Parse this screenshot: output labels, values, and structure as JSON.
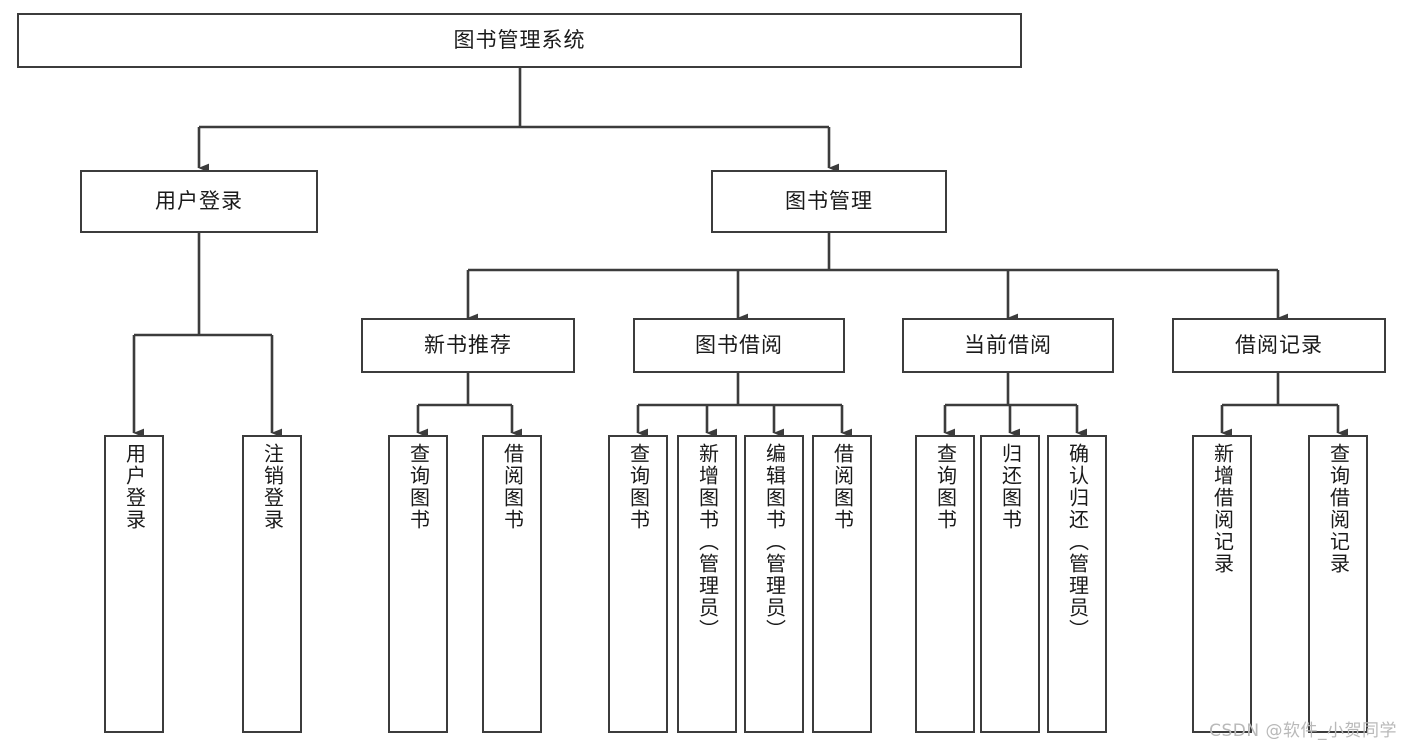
{
  "diagram": {
    "title": "图书管理系统",
    "type": "tree-hierarchy-diagram",
    "colors": {
      "background": "#ffffff",
      "box_fill": "#ffffff",
      "box_border": "#3c3c3c",
      "connector": "#3c3c3c",
      "text": "#1a1a1a",
      "watermark": "#b9b9b9"
    },
    "root": {
      "label": "图书管理系统"
    },
    "level2": [
      {
        "label": "用户登录"
      },
      {
        "label": "图书管理"
      }
    ],
    "level3": [
      {
        "label": "新书推荐"
      },
      {
        "label": "图书借阅"
      },
      {
        "label": "当前借阅"
      },
      {
        "label": "借阅记录"
      }
    ],
    "leaves": {
      "user_login": [
        {
          "label": "用户登录"
        },
        {
          "label": "注销登录"
        }
      ],
      "new_book_recommend": [
        {
          "label": "查询图书"
        },
        {
          "label": "借阅图书"
        }
      ],
      "book_borrow": [
        {
          "label": "查询图书"
        },
        {
          "label": "新增图书（管理员）"
        },
        {
          "label": "编辑图书（管理员）"
        },
        {
          "label": "借阅图书"
        }
      ],
      "current_borrow": [
        {
          "label": "查询图书"
        },
        {
          "label": "归还图书"
        },
        {
          "label": "确认归还（管理员）"
        }
      ],
      "borrow_record": [
        {
          "label": "新增借阅记录"
        },
        {
          "label": "查询借阅记录"
        }
      ]
    },
    "watermark": "CSDN @软件_小贺同学"
  }
}
